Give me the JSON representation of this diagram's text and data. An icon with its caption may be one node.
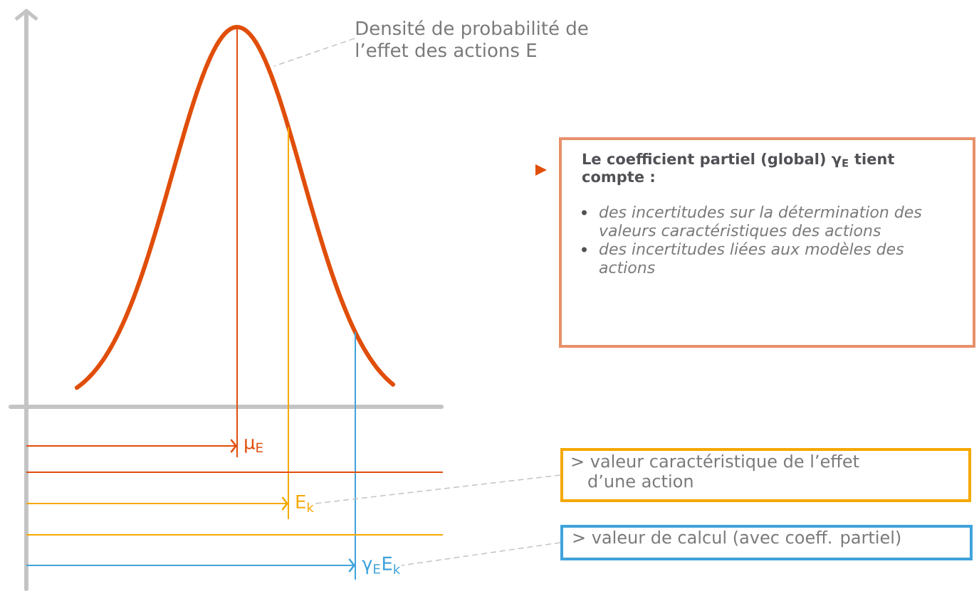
{
  "diagram": {
    "nodes": [
      {
        "text": [
          "Densité de probabilité de l’effet des actions E"
        ]
      },
      {
        "text": [
          "Le coefficient partiel (global) γ$_{E}$ tient compte :",
          "des incertitudes sur la détermination des valeurs caractéristiques des actions",
          "des incertitudes liées aux modèles des actions"
        ]
      },
      {
        "text": [
          "> valeur caractéristique de l’effet d’une action"
        ]
      },
      {
        "text": [
          "> valeur de calcul (avec coeff. partiel)"
        ]
      },
      {
        "text": [
          "μ$_{E}$"
        ]
      },
      {
        "text": [
          "E$_{k}$"
        ]
      },
      {
        "text": [
          "γ$_{E}$E$_{k}$"
        ]
      }
    ],
    "edges": [
      {
        "from": 0,
        "to": null,
        "arrow": "none",
        "style": "dashed",
        "color": "#c4c4c4"
      },
      {
        "from": 2,
        "to": 5,
        "arrow": "none",
        "style": "dashed",
        "color": "#c4c4c4"
      },
      {
        "from": 3,
        "to": 6,
        "arrow": "none",
        "style": "dashed",
        "color": "#c4c4c4"
      },
      {
        "from": null,
        "to": 4,
        "arrow": "to",
        "color": "#e04e0a"
      },
      {
        "from": null,
        "to": 5,
        "arrow": "to",
        "color": "#f5a800"
      },
      {
        "from": null,
        "to": 6,
        "arrow": "to",
        "color": "#3fa3dc"
      }
    ]
  }
}
